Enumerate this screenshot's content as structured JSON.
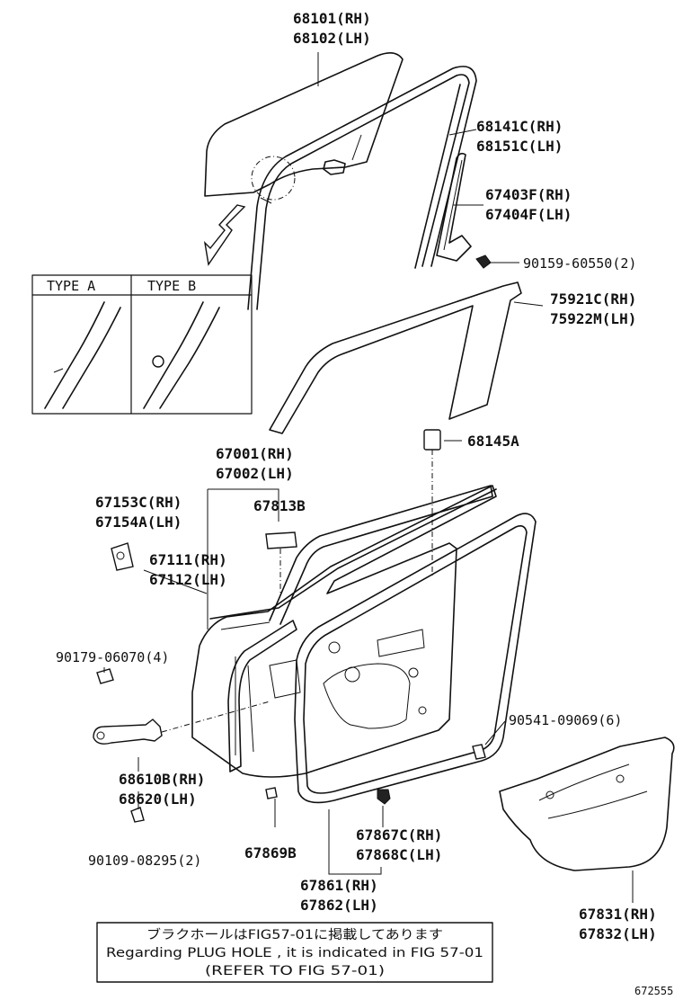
{
  "parts": {
    "p68101": "68101(RH)",
    "p68102": "68102(LH)",
    "p68141c": "68141C(RH)",
    "p68151c": "68151C(LH)",
    "p67403f": "67403F(RH)",
    "p67404f": "67404F(LH)",
    "p90159": "90159-60550(2)",
    "p75921c": "75921C(RH)",
    "p75922m": "75922M(LH)",
    "p68145a": "68145A",
    "p67001": "67001(RH)",
    "p67002": "67002(LH)",
    "p67813b": "67813B",
    "p67153c": "67153C(RH)",
    "p67154a": "67154A(LH)",
    "p67111": "67111(RH)",
    "p67112": "67112(LH)",
    "p90179": "90179-06070(4)",
    "p90541": "90541-09069(6)",
    "p68610b": "68610B(RH)",
    "p68620": "68620(LH)",
    "p67867c": "67867C(RH)",
    "p67868c": "67868C(LH)",
    "p90109": "90109-08295(2)",
    "p67869b": "67869B",
    "p67861": "67861(RH)",
    "p67862": "67862(LH)",
    "p67831": "67831(RH)",
    "p67832": "67832(LH)"
  },
  "inset": {
    "type_a": "TYPE A",
    "type_b": "TYPE B"
  },
  "note": {
    "line1": "ブラクホールはFIG57-01に掲載してあります",
    "line2": "Regarding PLUG HOLE , it is indicated in FIG 57-01",
    "line3": "(REFER TO FIG 57-01)"
  },
  "figure_id": "672555"
}
